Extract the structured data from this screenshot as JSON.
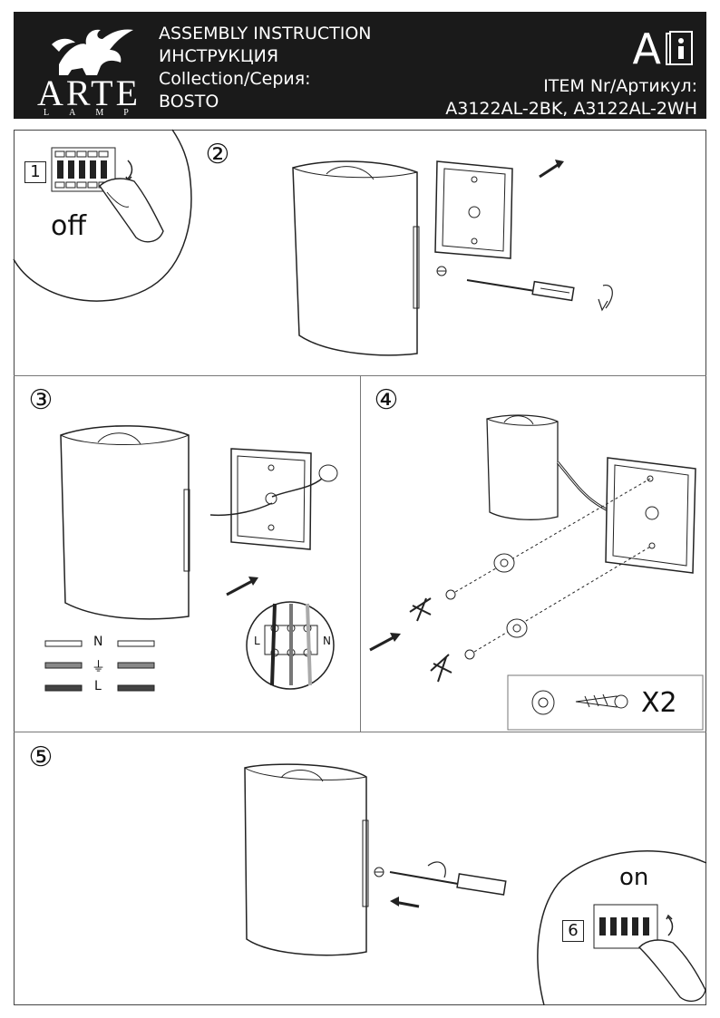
{
  "header": {
    "brand": "ARTE",
    "brand_sub": "LAMP",
    "title_en": "ASSEMBLY INSTRUCTION",
    "title_ru": "ИНСТРУКЦИЯ",
    "collection_label": "Collection/Серия:",
    "collection_value": "BOSTO",
    "letter": "A",
    "item_label": "ITEM Nr/Артикул:",
    "item_value": "A3122AL-2BK, A3122AL-2WH",
    "icons": [
      "brand-logo-griffin",
      "info-book-icon"
    ]
  },
  "steps": [
    {
      "number": "②",
      "name": "step-2"
    },
    {
      "number": "③",
      "name": "step-3"
    },
    {
      "number": "④",
      "name": "step-4"
    },
    {
      "number": "⑤",
      "name": "step-5"
    }
  ],
  "step1": {
    "box": "1",
    "label": "off"
  },
  "step3": {
    "wires": [
      {
        "label": "N"
      },
      {
        "label": "⏚"
      },
      {
        "label": "L"
      }
    ],
    "terminal_left": "L",
    "terminal_right": "N"
  },
  "step4": {
    "multiplier": "X2"
  },
  "step6": {
    "box": "6",
    "label": "on"
  }
}
